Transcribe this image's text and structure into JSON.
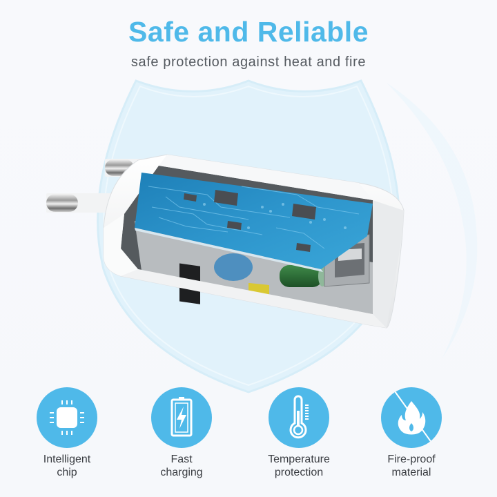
{
  "header": {
    "title": "Safe and Reliable",
    "subtitle": "safe protection against heat and fire"
  },
  "colors": {
    "accent": "#4fb9e9",
    "shield_fill": "#e1f2fb",
    "subtitle_text": "#555a60",
    "label_text": "#3a3d42",
    "pcb_blue": "#2d8fc4"
  },
  "product": {
    "description": "EU plug USB wall charger cutaway showing blue circuit board",
    "icon": "charger-cutaway-image"
  },
  "features": [
    {
      "icon": "chip-icon",
      "line1": "Intelligent",
      "line2": "chip"
    },
    {
      "icon": "battery-bolt-icon",
      "line1": "Fast",
      "line2": "charging"
    },
    {
      "icon": "thermometer-icon",
      "line1": "Temperature",
      "line2": "protection"
    },
    {
      "icon": "flame-crossed-icon",
      "line1": "Fire-proof",
      "line2": "material"
    }
  ]
}
